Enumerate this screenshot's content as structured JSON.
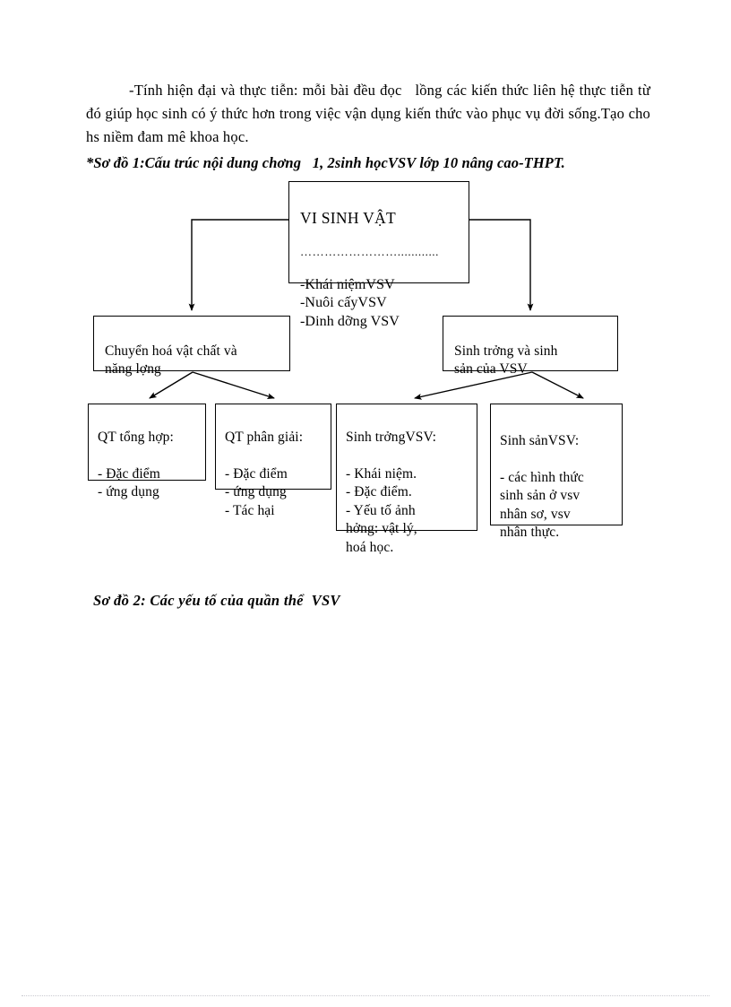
{
  "document": {
    "paragraph": {
      "lines": [
        "-Tính hiện đại và thực tiễn: mỗi bài đều đọc   lồng các kiến thức liên hệ thực tiễn từ đó giúp học sinh có ý thức hơn trong việc vận dụng kiến thức vào phục vụ đời sống.Tạo cho hs niềm đam mê khoa học."
      ],
      "text": "-Tính hiện đại và thực tiễn: mỗi bài đều đọc   lồng các kiến thức liên hệ thực tiễn từ đó giúp học sinh có ý thức hơn trong việc vận dụng kiến thức vào phục vụ đời sống.Tạo cho hs niềm đam mê khoa học."
    },
    "diagram_title": "*Sơ đồ 1:Cấu trúc nội dung chơng   1, 2sinh họcVSV lớp 10 nâng cao-THPT.",
    "caption_below": "Sơ đồ 2: Các yếu tố của quần thể  VSV"
  },
  "diagram": {
    "root": {
      "title": "VI SINH VẬT",
      "separator": "……………………............",
      "body": "-Khái niệmVSV\n-Nuôi cấyVSV\n-Dinh dỡng   VSV"
    },
    "level2": [
      {
        "label": "Chuyển hoá vật chất và\nnăng lợng"
      },
      {
        "label": "Sinh trởng   và sinh\nsản của VSV"
      }
    ],
    "level3": [
      {
        "title": "QT tổng hợp:",
        "body": "- Đặc điểm\n- ứng dụng"
      },
      {
        "title": "QT phân giải:",
        "body": "- Đặc điểm\n- ứng dụng\n- Tác hại"
      },
      {
        "title": "Sinh trởngVSV:",
        "body": "- Khái niệm.\n- Đặc điểm.\n- Yếu tố ảnh\nhởng:   vật lý,\nhoá học."
      },
      {
        "title": "Sinh sảnVSV:",
        "body": "- các hình thức\nsinh sản ở vsv\nnhân sơ, vsv\nnhân thực."
      }
    ]
  },
  "style": {
    "ink": "#000000",
    "paper": "#ffffff",
    "footer_rule": "#c9c9cf"
  }
}
